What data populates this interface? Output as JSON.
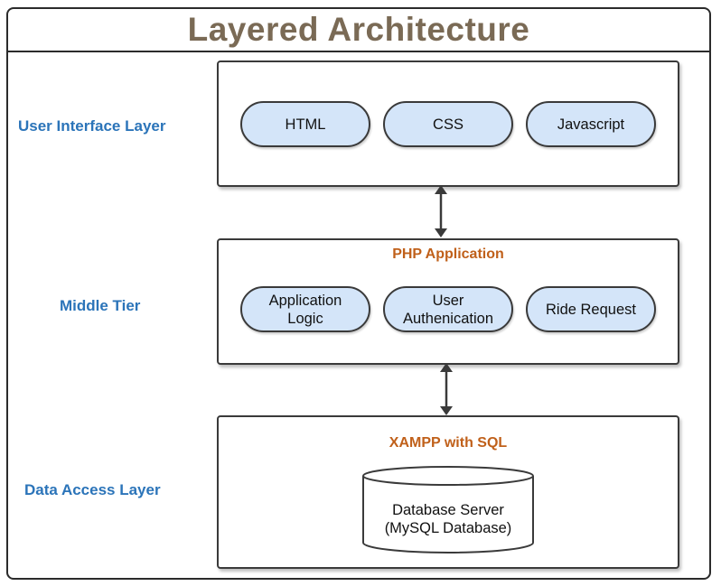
{
  "title": "Layered Architecture",
  "layers": [
    {
      "label": "User Interface Layer",
      "heading": "",
      "components": [
        "HTML",
        "CSS",
        "Javascript"
      ]
    },
    {
      "label": "Middle Tier",
      "heading": "PHP Application",
      "components": [
        "Application Logic",
        "User Authenication",
        "Ride Request"
      ],
      "component_lines": [
        [
          "Application",
          "Logic"
        ],
        [
          "User",
          "Authenication"
        ],
        [
          "Ride Request"
        ]
      ]
    },
    {
      "label": "Data Access Layer",
      "heading": "XAMPP with SQL",
      "database": {
        "line1": "Database Server",
        "line2": "(MySQL Database)"
      }
    }
  ],
  "colors": {
    "title": "#7a6a55",
    "layer_label": "#2b74b9",
    "box_heading": "#c0601a",
    "pill_fill": "#d4e5f9",
    "border": "#3a3a3a"
  }
}
